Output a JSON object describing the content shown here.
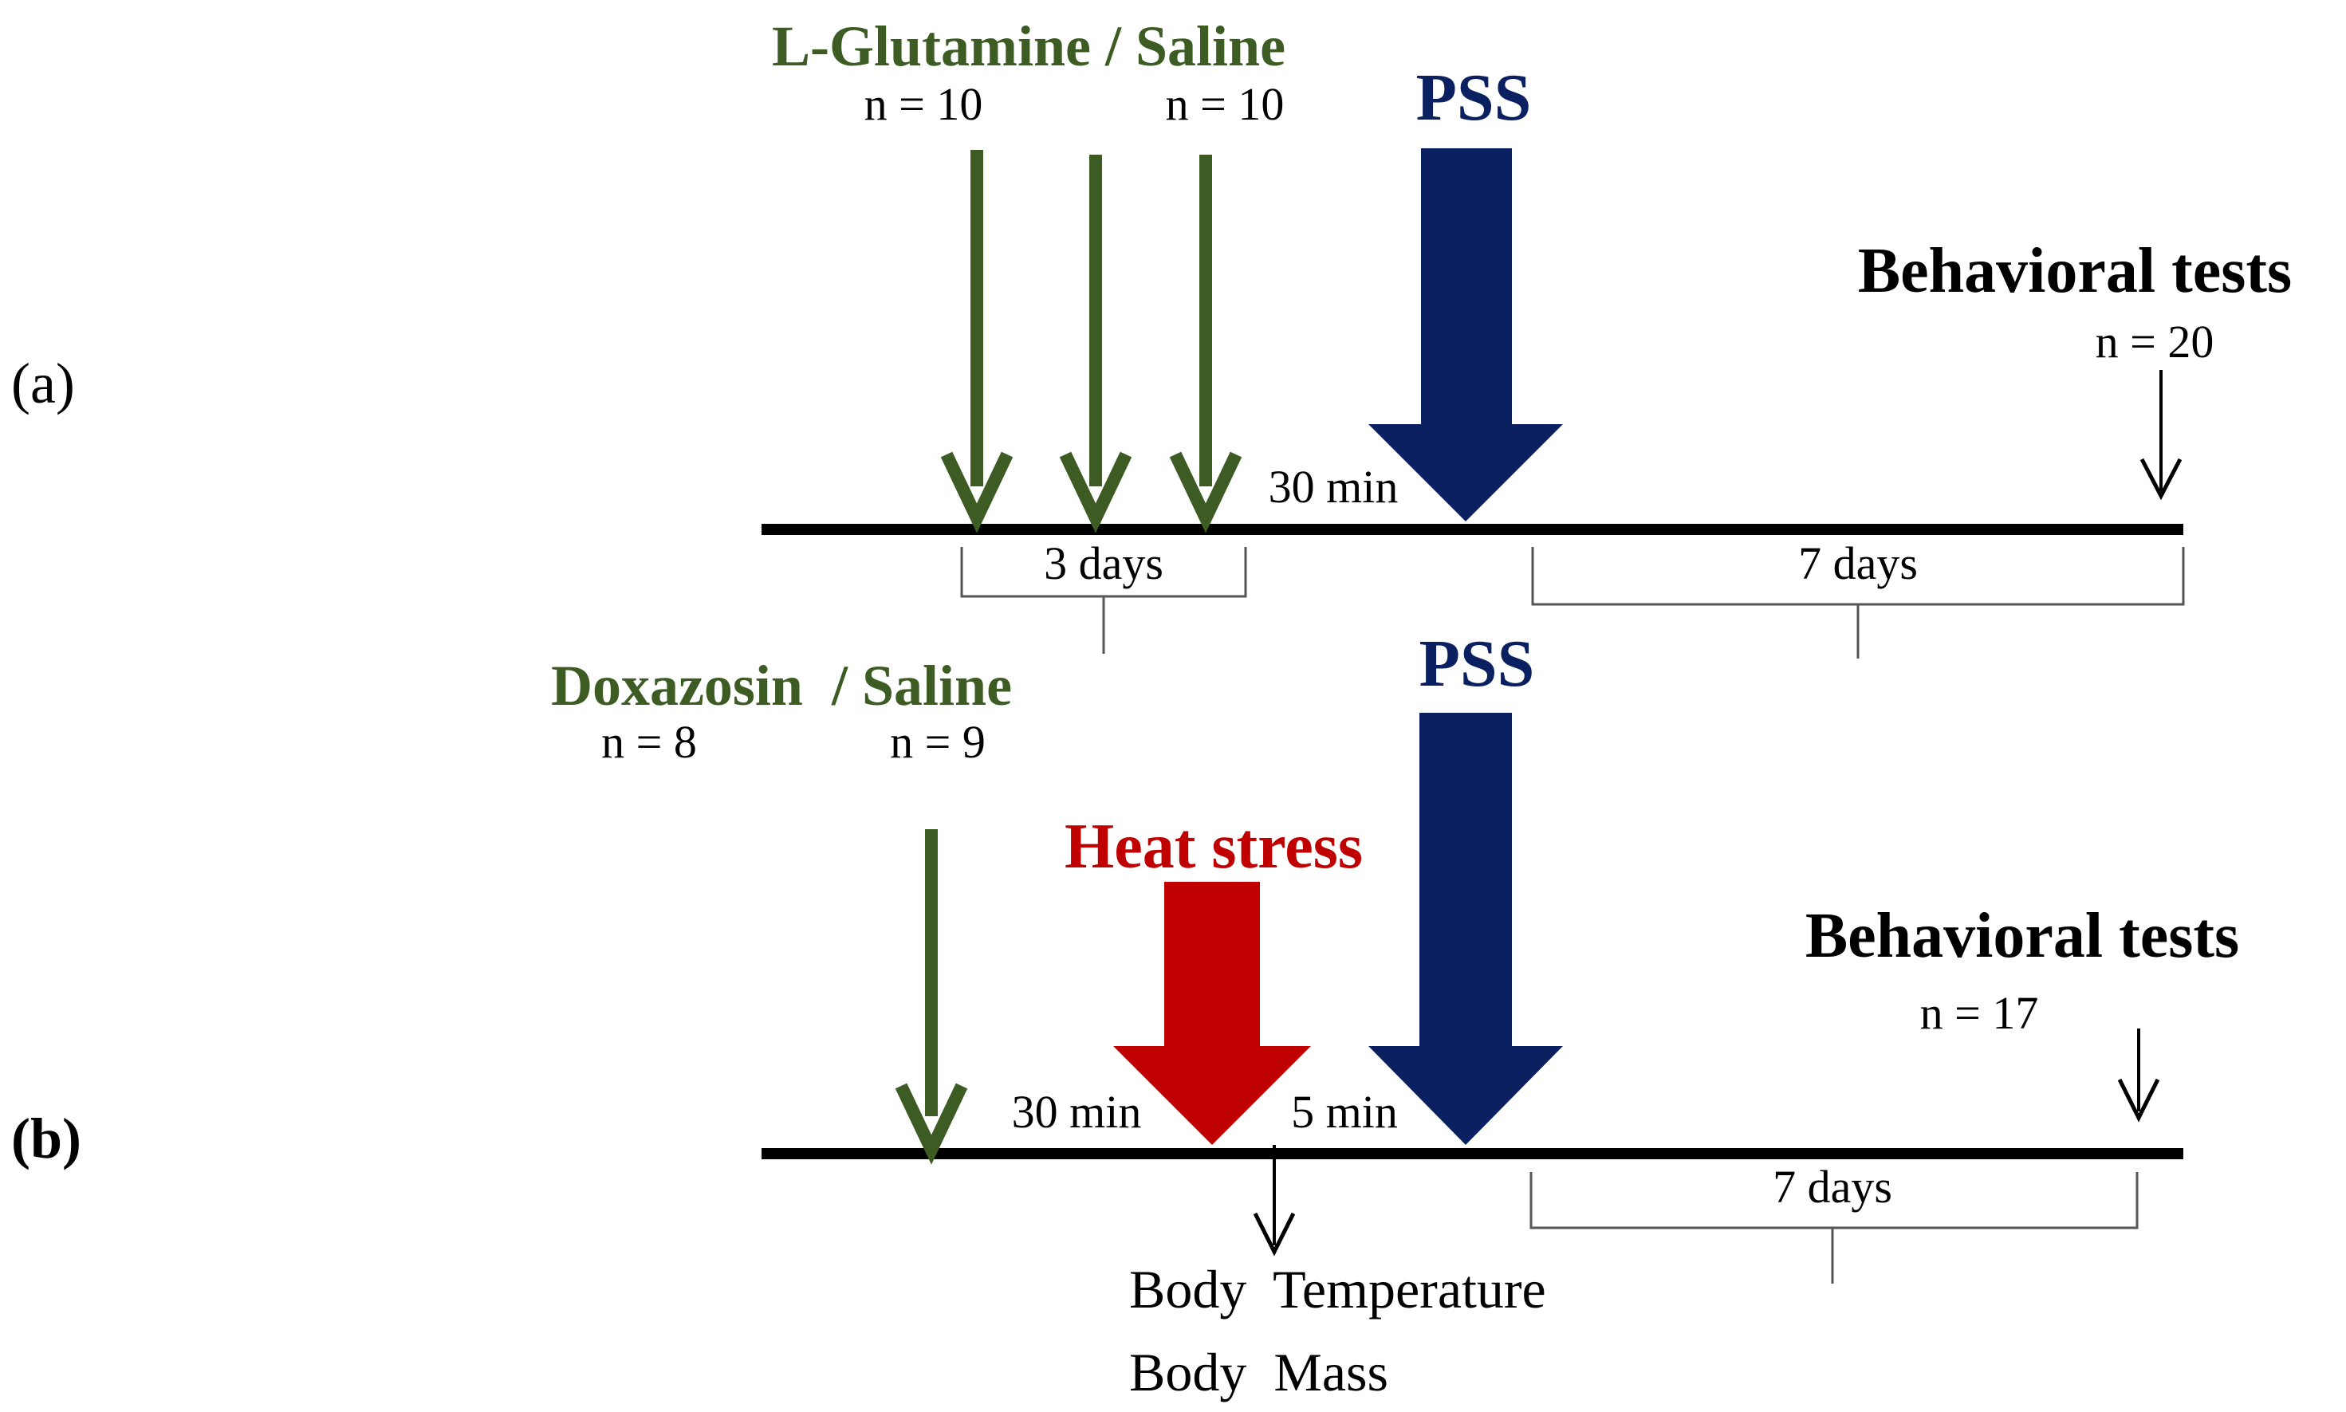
{
  "colors": {
    "green": "#3d5c24",
    "navy": "#0b2060",
    "red": "#c00000",
    "black": "#000000",
    "gray": "#555555"
  },
  "panel_a": {
    "label": "(a)",
    "treatment_title": "L-Glutamine / Saline",
    "n_left": "n = 10",
    "n_right": "n = 10",
    "pss_label": "PSS",
    "interval_30min": "30 min",
    "brace_3days": "3 days",
    "brace_7days": "7 days",
    "behavioral_title": "Behavioral tests",
    "behavioral_n": "n = 20"
  },
  "panel_b": {
    "label": "(b)",
    "treatment_title": "Doxazosin  / Saline",
    "n_left": "n = 8",
    "n_right": "n = 9",
    "heat_label": "Heat stress",
    "pss_label": "PSS",
    "interval_30min": "30 min",
    "interval_5min": "5 min",
    "brace_7days": "7 days",
    "behavioral_title": "Behavioral tests",
    "behavioral_n": "n = 17",
    "measure_1": "Body  Temperature",
    "measure_2": "Body  Mass"
  }
}
